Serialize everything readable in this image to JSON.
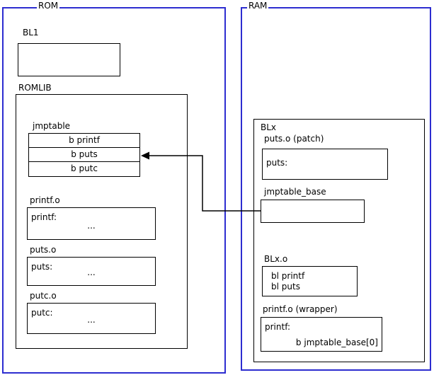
{
  "colors": {
    "frame_blue": "#2d2dd0",
    "box_border": "#000000",
    "background": "#ffffff"
  },
  "rom": {
    "label": "ROM",
    "bl1": {
      "label": "BL1"
    },
    "romlib": {
      "label": "ROMLIB",
      "jmptable": {
        "label": "jmptable",
        "rows": [
          "b printf",
          "b puts",
          "b putc"
        ]
      },
      "printf_o": {
        "label": "printf.o",
        "symbol": "printf:",
        "body": "..."
      },
      "puts_o": {
        "label": "puts.o",
        "symbol": "puts:",
        "body": "..."
      },
      "putc_o": {
        "label": "putc.o",
        "symbol": "putc:",
        "body": "..."
      }
    }
  },
  "ram": {
    "label": "RAM",
    "blx": {
      "label": "BLx",
      "puts_patch": {
        "label": "puts.o (patch)",
        "symbol": "puts:"
      },
      "jmptable_base": {
        "label": "jmptable_base"
      },
      "blx_o": {
        "label": "BLx.o",
        "lines": [
          "bl printf",
          "bl puts"
        ]
      },
      "printf_wrapper": {
        "label": "printf.o (wrapper)",
        "symbol": "printf:",
        "body": "b jmptable_base[0]"
      }
    }
  }
}
